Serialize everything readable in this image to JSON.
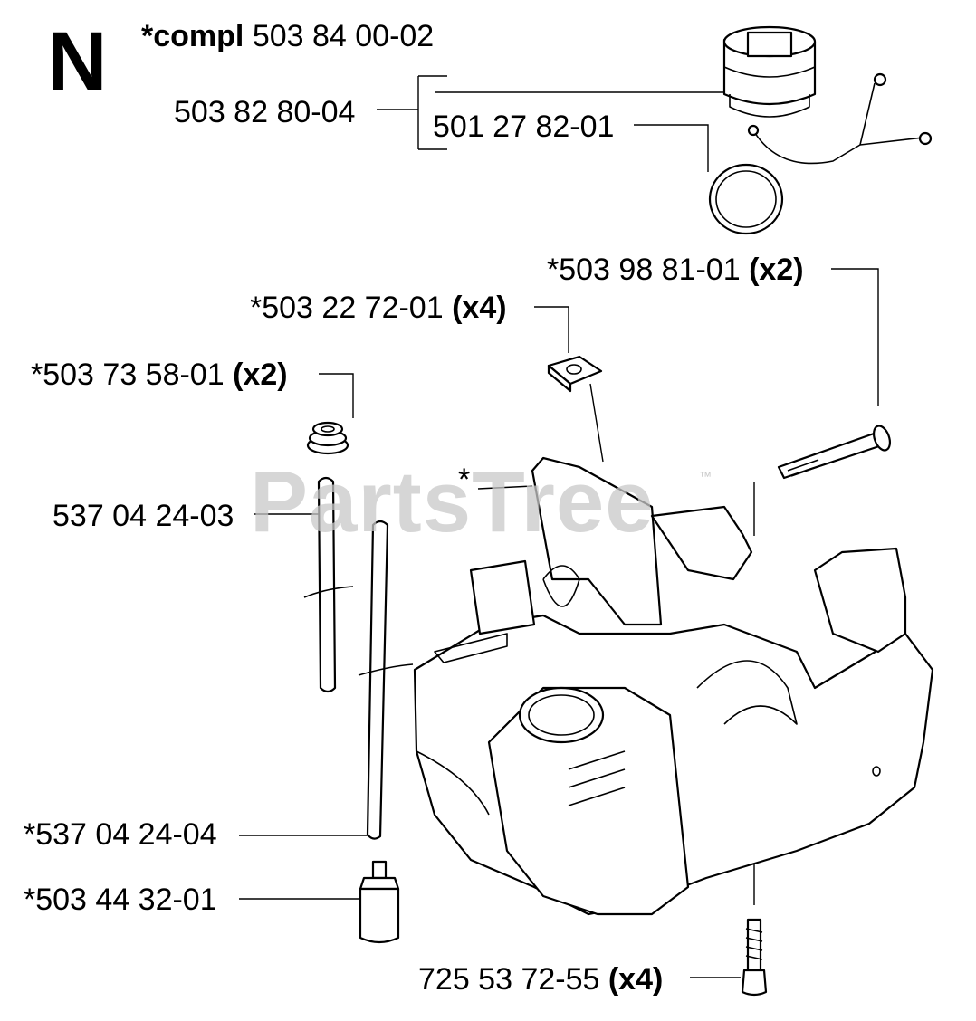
{
  "section_letter": "N",
  "watermark": "PartsTree",
  "watermark_mark": "™",
  "labels": {
    "compl_prefix": "*compl",
    "compl_number": "503 84 00-02",
    "cap_assembly": "503 82 80-04",
    "o_ring": "501 27 82-01",
    "bolt": "*503 98 81-01",
    "bolt_qty": "(x2)",
    "clip": "*503 22 72-01",
    "clip_qty": "(x4)",
    "grommet": "*503 73 58-01",
    "grommet_qty": "(x2)",
    "tank_marker": "*",
    "hose_a": "537 04 24-03",
    "hose_b": "*537 04 24-04",
    "filter": "*503 44 32-01",
    "screw": "725 53 72-55",
    "screw_qty": "(x4)"
  }
}
